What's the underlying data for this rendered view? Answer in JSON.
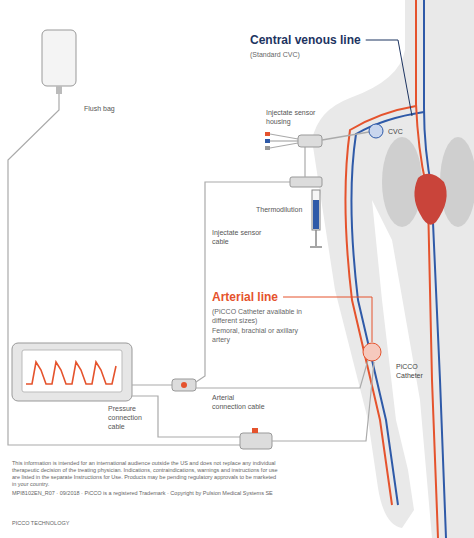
{
  "diagram": {
    "labels": [
      "Flush bag",
      "Central venous line",
      "(Standard CVC)",
      "Injectate sensor housing",
      "CVC",
      "Thermodilution",
      "Injectate sensor cable",
      "Arterial line",
      "(PiCCO Catheter available in different sizes)",
      "Femoral, brachial or axillary artery",
      "PiCCO Catheter",
      "Arterial connection cable",
      "Pressure connection cable",
      "This information is intended for an international audience outside the US and does not replace any individual therapeutic decision of the treating physician. Indications, contraindications, warnings and instructions for use are listed in the separate Instructions for Use. Products may be pending regulatory approvals to be marketed in your country.",
      "MPI8102EN_R07 · 09/2018 · PiCCO is a registered Trademark · Copyright by Pulsion Medical Systems SE",
      "PICCO TECHNOLOGY"
    ]
  }
}
